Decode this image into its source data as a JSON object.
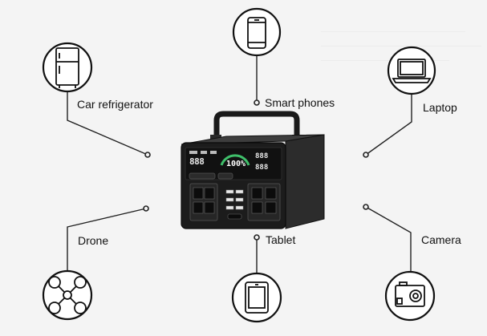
{
  "diagram": {
    "labels": {
      "car_refrigerator": "Car refrigerator",
      "smart_phones": "Smart phones",
      "laptop": "Laptop",
      "drone": "Drone",
      "tablet": "Tablet",
      "camera": "Camera"
    },
    "station_display": {
      "battery_percent": "100%",
      "left_readout": "888",
      "right_top_readout": "888",
      "right_bottom_readout": "888"
    }
  }
}
